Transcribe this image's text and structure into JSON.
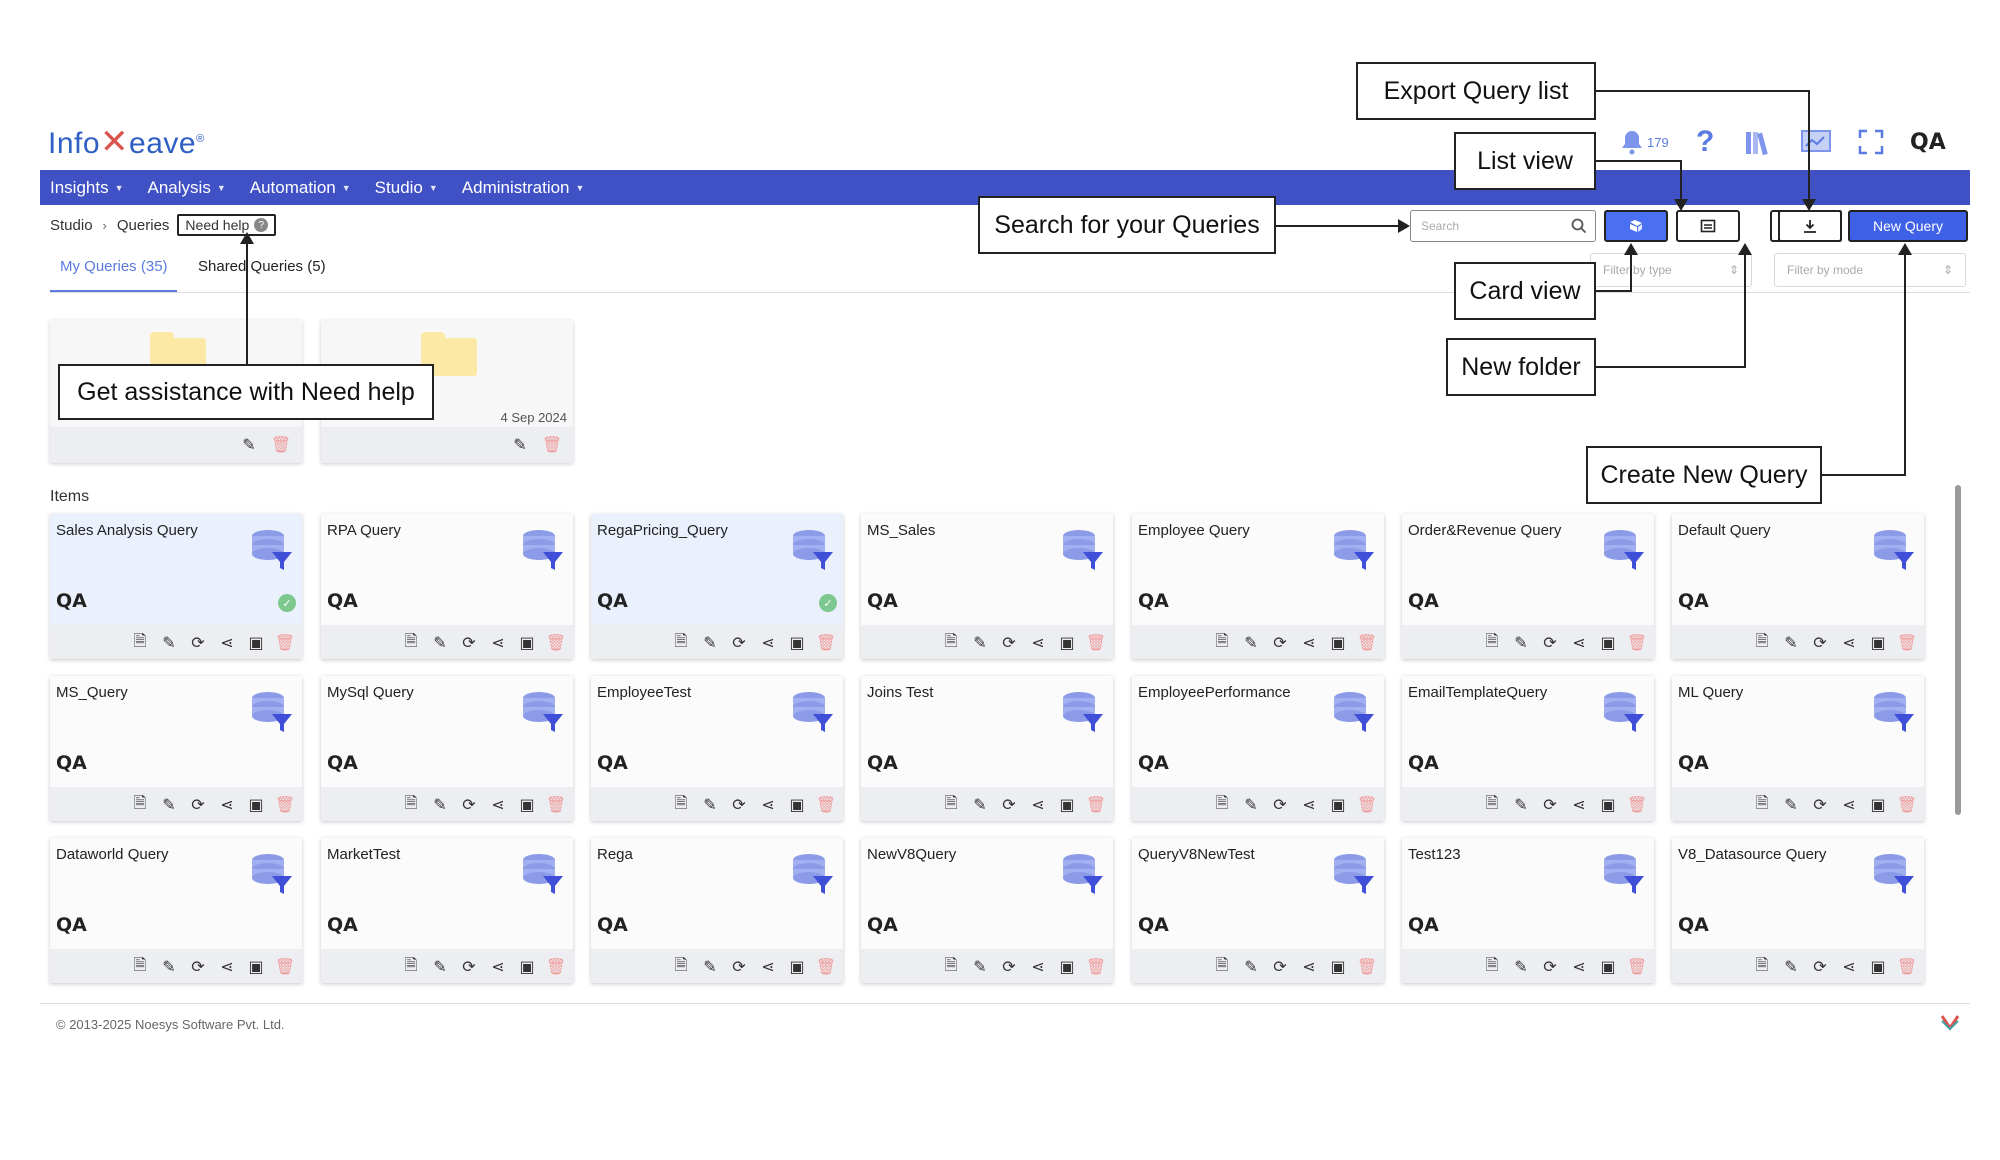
{
  "brand": {
    "part1": "Info",
    "part2": "eave",
    "tm": "®"
  },
  "topbar": {
    "notification_count": "179",
    "help_glyph": "?",
    "qa_glyph": "QA"
  },
  "nav": [
    {
      "label": "Insights"
    },
    {
      "label": "Analysis"
    },
    {
      "label": "Automation"
    },
    {
      "label": "Studio"
    },
    {
      "label": "Administration"
    }
  ],
  "breadcrumb": {
    "root": "Studio",
    "current": "Queries",
    "need_help": "Need help"
  },
  "search": {
    "placeholder": "Search"
  },
  "toolbar": {
    "new_query_label": "New Query"
  },
  "tabs": [
    {
      "label": "My Queries (35)",
      "active": true
    },
    {
      "label": "Shared Queries (5)",
      "active": false
    }
  ],
  "filters": {
    "type_placeholder": "Filter by type",
    "mode_placeholder": "Filter by mode"
  },
  "folders": [
    {
      "date": ""
    },
    {
      "date": "4 Sep 2024"
    }
  ],
  "items_label": "Items",
  "queries": [
    {
      "title": "Sales Analysis Query",
      "selected": true,
      "verified": true
    },
    {
      "title": "RPA Query",
      "selected": false,
      "verified": false
    },
    {
      "title": "RegaPricing_Query",
      "selected": true,
      "verified": true
    },
    {
      "title": "MS_Sales",
      "selected": false,
      "verified": false
    },
    {
      "title": "Employee Query",
      "selected": false,
      "verified": false
    },
    {
      "title": "Order&Revenue Query",
      "selected": false,
      "verified": false
    },
    {
      "title": "Default Query",
      "selected": false,
      "verified": false
    },
    {
      "title": "MS_Query",
      "selected": false,
      "verified": false
    },
    {
      "title": "MySql Query",
      "selected": false,
      "verified": false
    },
    {
      "title": "EmployeeTest",
      "selected": false,
      "verified": false
    },
    {
      "title": "Joins Test",
      "selected": false,
      "verified": false
    },
    {
      "title": "EmployeePerformance",
      "selected": false,
      "verified": false
    },
    {
      "title": "EmailTemplateQuery",
      "selected": false,
      "verified": false
    },
    {
      "title": "ML Query",
      "selected": false,
      "verified": false
    },
    {
      "title": "Dataworld Query",
      "selected": false,
      "verified": false
    },
    {
      "title": "MarketTest",
      "selected": false,
      "verified": false
    },
    {
      "title": "Rega",
      "selected": false,
      "verified": false
    },
    {
      "title": "NewV8Query",
      "selected": false,
      "verified": false
    },
    {
      "title": "QueryV8NewTest",
      "selected": false,
      "verified": false
    },
    {
      "title": "Test123",
      "selected": false,
      "verified": false
    },
    {
      "title": "V8_Datasource Query",
      "selected": false,
      "verified": false
    }
  ],
  "footer": {
    "copyright": "© 2013-2025 Noesys Software Pvt. Ltd."
  },
  "callouts": {
    "export": "Export Query list",
    "list_view": "List view",
    "search": "Search for your Queries",
    "card_view": "Card view",
    "new_folder": "New folder",
    "create": "Create New Query",
    "need_help": "Get assistance with Need help"
  },
  "colors": {
    "nav_bg": "#3f51c4",
    "accent": "#3f61e8",
    "tab_active": "#5b7be0",
    "folder": "#fde9a6"
  }
}
